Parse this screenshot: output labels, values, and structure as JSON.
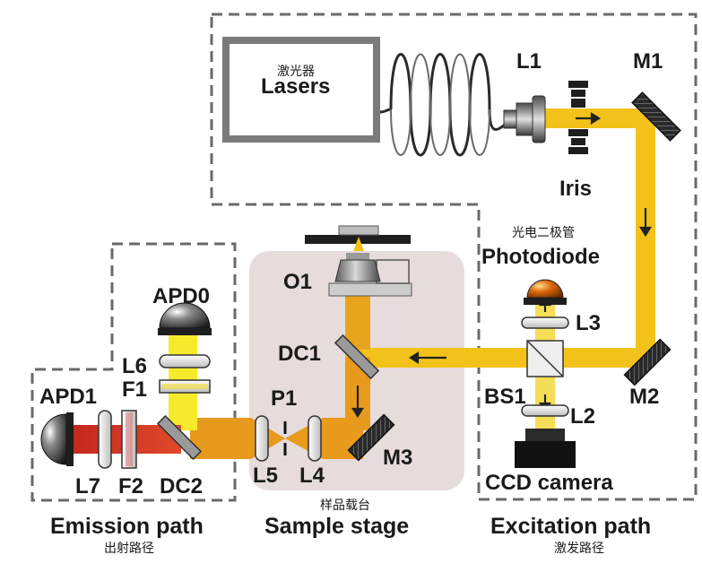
{
  "colors": {
    "beam_yellow": "#f3c21a",
    "beam_orange": "#e89a1c",
    "beam_red": "#c4271e",
    "beam_pale_yellow": "#f7ea2a",
    "box_border": "#6a6a6a",
    "sample_stage_bg": "#e6dcdc"
  },
  "lasers": {
    "label": "Lasers",
    "cn": "激光器"
  },
  "components": {
    "L1": "L1",
    "M1": "M1",
    "Iris": "Iris",
    "M2": "M2",
    "L3": "L3",
    "BS1": "BS1",
    "L2": "L2",
    "O1": "O1",
    "DC1": "DC1",
    "P1": "P1",
    "M3": "M3",
    "L4": "L4",
    "L5": "L5",
    "APD0": "APD0",
    "L6": "L6",
    "F1": "F1",
    "APD1": "APD1",
    "L7": "L7",
    "F2": "F2",
    "DC2": "DC2"
  },
  "photodiode": {
    "label": "Photodiode",
    "cn": "光电二极管"
  },
  "ccd": {
    "label": "CCD camera"
  },
  "sections": {
    "emission": {
      "label": "Emission path",
      "cn": "出射路径"
    },
    "sample": {
      "label": "Sample stage",
      "cn": "样品载台"
    },
    "excitation": {
      "label": "Excitation path",
      "cn": "激发路径"
    }
  },
  "icons": [
    "laser-box",
    "fiber-coil",
    "lens",
    "mirror",
    "iris",
    "objective",
    "beam-splitter",
    "detector-dome",
    "filter",
    "ccd-camera",
    "arrow"
  ]
}
